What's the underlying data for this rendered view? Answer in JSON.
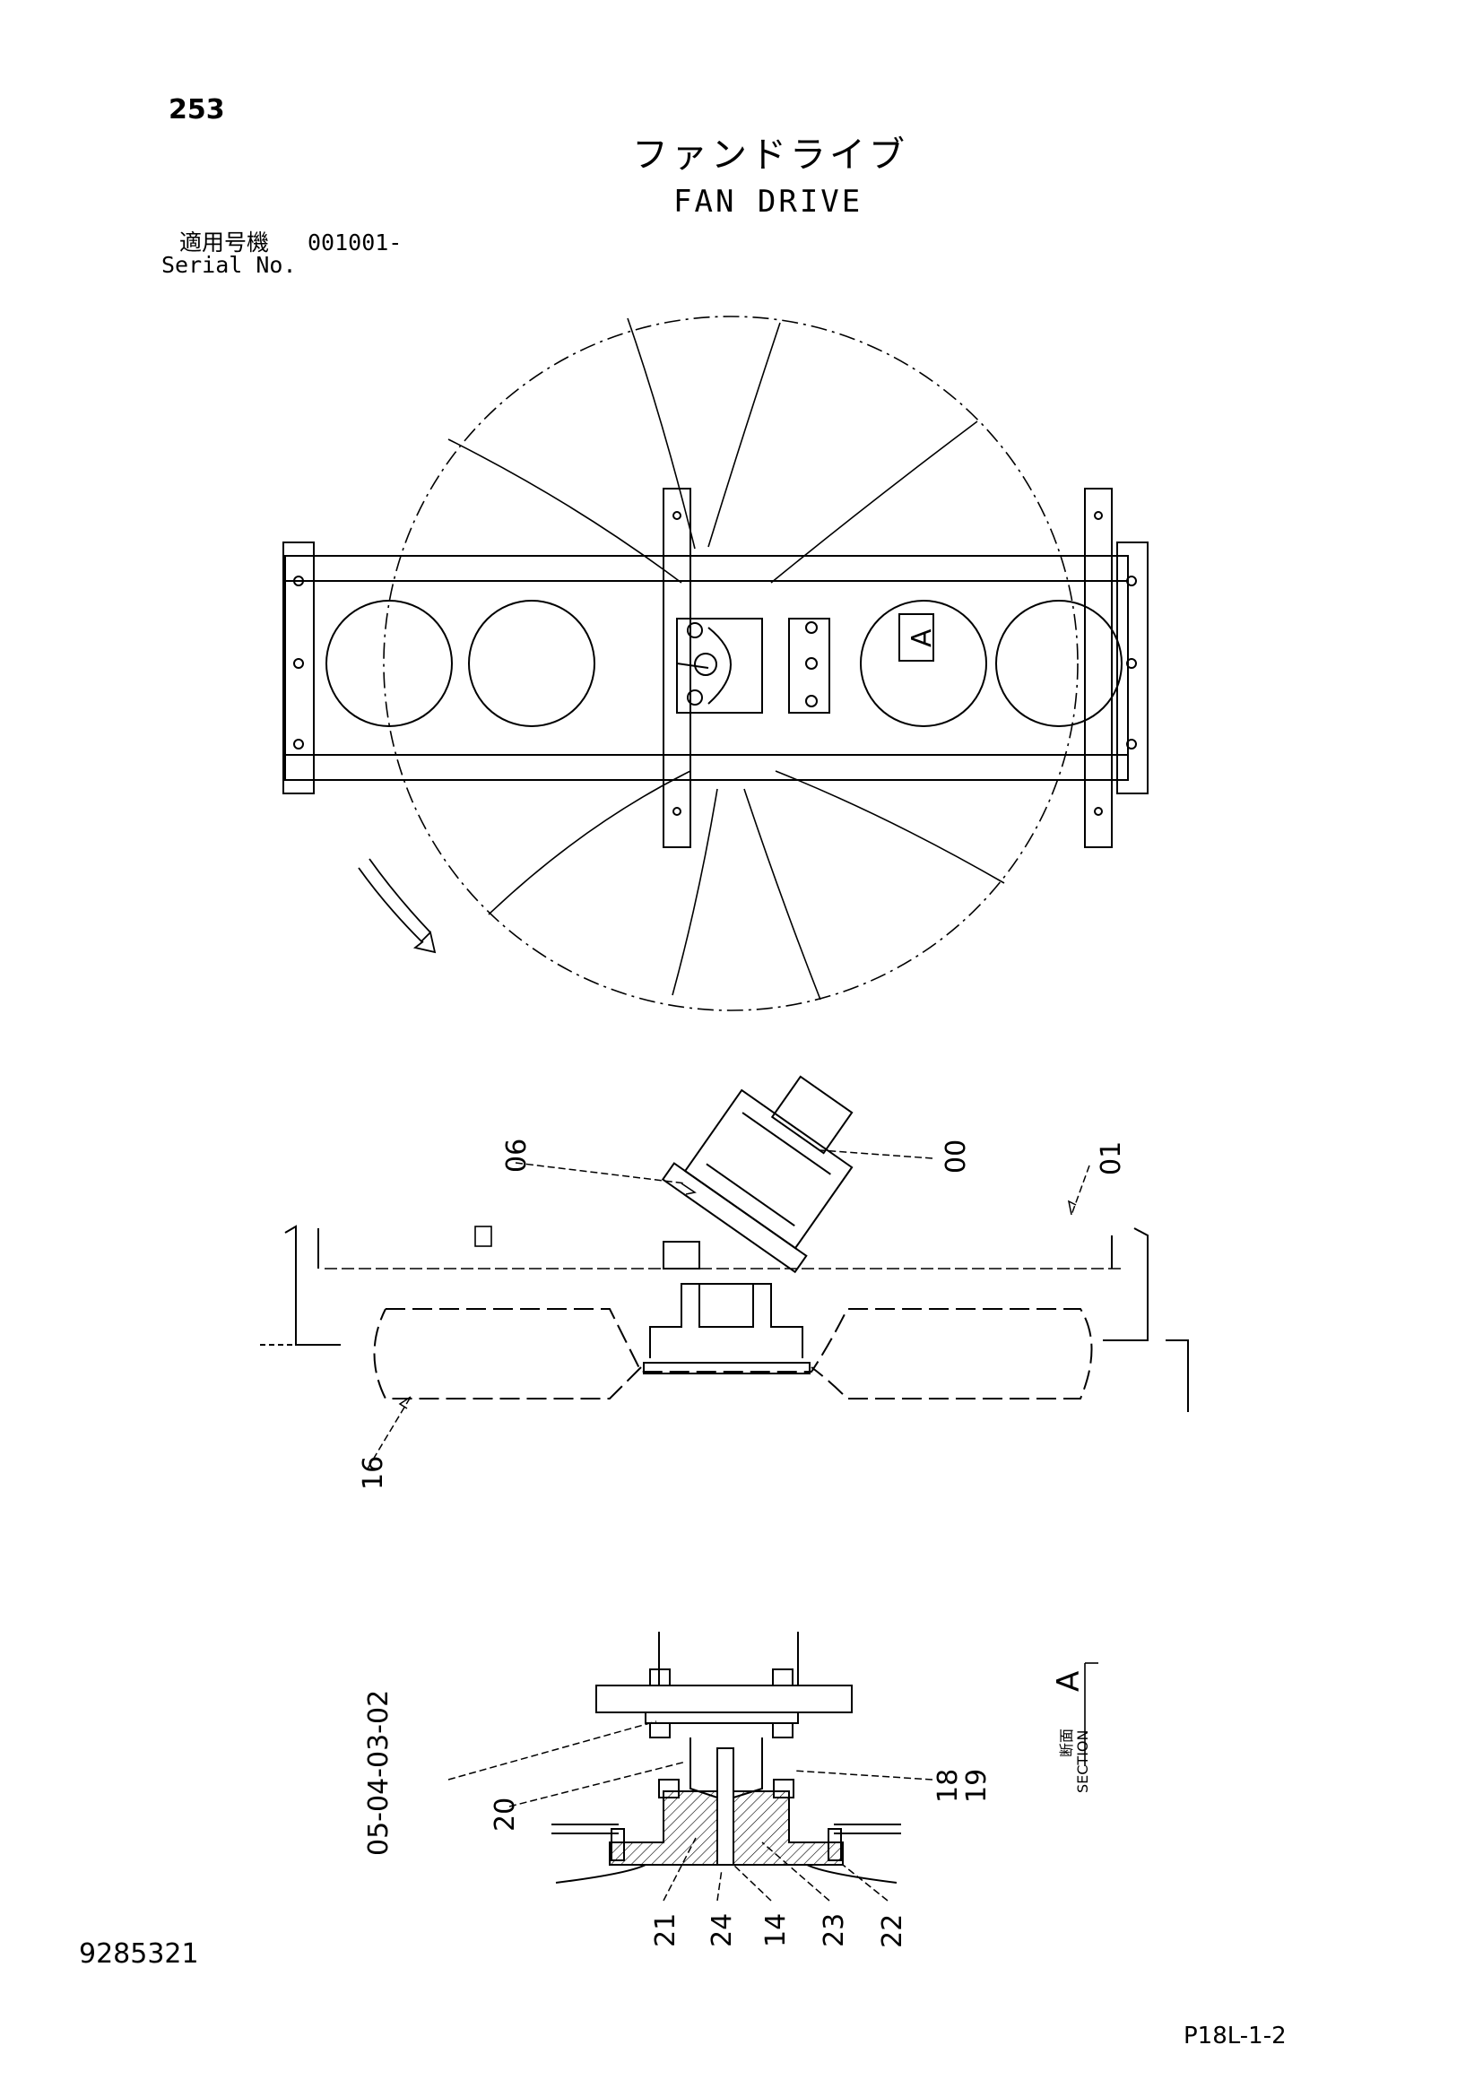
{
  "page": {
    "page_number": "253",
    "title_jp": "ファンドライブ",
    "title_en": "FAN DRIVE",
    "serial_label_jp": "適用号機",
    "serial_value": "001001-",
    "serial_label_en": "Serial No.",
    "drawing_number": "9285321",
    "page_code": "P18L-1-2"
  },
  "top_view": {
    "section_marker": "A"
  },
  "side_view": {
    "callouts": [
      "06",
      "00",
      "01",
      "16"
    ]
  },
  "section_view": {
    "section_label_jp": "断面",
    "section_label_en": "SECTION",
    "section_letter": "A",
    "callouts": [
      "05-04-03-02",
      "20",
      "18",
      "19",
      "21",
      "24",
      "14",
      "23",
      "22"
    ]
  }
}
